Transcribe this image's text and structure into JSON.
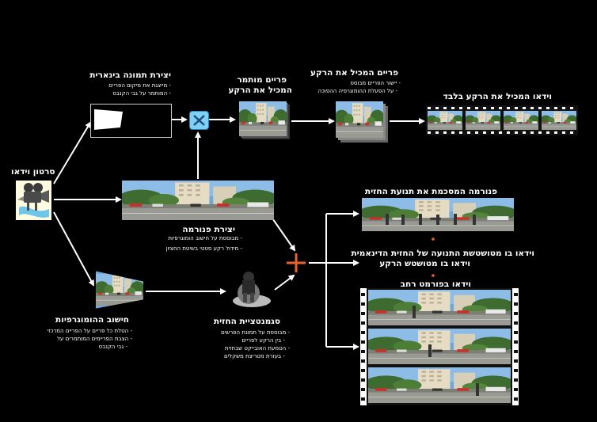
{
  "nodes": {
    "video_source": {
      "title": "סרטון וידאו"
    },
    "binary_image": {
      "title": "יצירת תמונה בינארית",
      "bullets": [
        "מייצגת את מיקום הפריים",
        "המותמר על גבי הקנבס"
      ]
    },
    "transformed_frame": {
      "title_line1": "פריים מותמר",
      "title_line2": "המכיל את הרקע"
    },
    "background_frame": {
      "title": "פריים המכיל את הרקע",
      "bullets": [
        "יישור הפריים מבוסס",
        "על הפעלת ההומוגרפיה ההפוכה"
      ]
    },
    "background_video": {
      "title": "וידאו המכיל את הרקע בלבד"
    },
    "panorama": {
      "title": "יצירת פנורמה",
      "bullets": [
        "מבוססת על חישוב הומוגרפיות",
        "מידול רקע סטטי בשיטת החציון"
      ]
    },
    "homography": {
      "title": "חישוב ההומוגרפיות",
      "bullets": [
        "הטלת כל פריים על הפריים המרכזי",
        "הצבת הפריימים המותמרים על",
        "גבי הקנבס"
      ]
    },
    "segmentation": {
      "title": "סגמנטציית החזית",
      "bullets": [
        "מבוססת על תמונת הפרשים",
        "בין הרקע לפריים",
        "הטמעת האובייקט שבחזית",
        "בעזרת מטריצת משקלים"
      ]
    },
    "out_panorama": {
      "title": "פנורמה המסכמת את תנועת החזית"
    },
    "out_blur_line1": {
      "title": "וידאו בו מטושטשת התנועה של החזית הדינאמית"
    },
    "out_blur_line2": {
      "title": "וידאו בו מטושטש הרקע"
    },
    "out_wide": {
      "title": "וידאו בפורמט רחב"
    }
  },
  "colors": {
    "background": "#000000",
    "arrow": "#ffffff",
    "plus": "#e8632b",
    "dot": "#e8632b",
    "cross_fill": "#7fd0f5",
    "cross_border": "#2a7fb8"
  }
}
